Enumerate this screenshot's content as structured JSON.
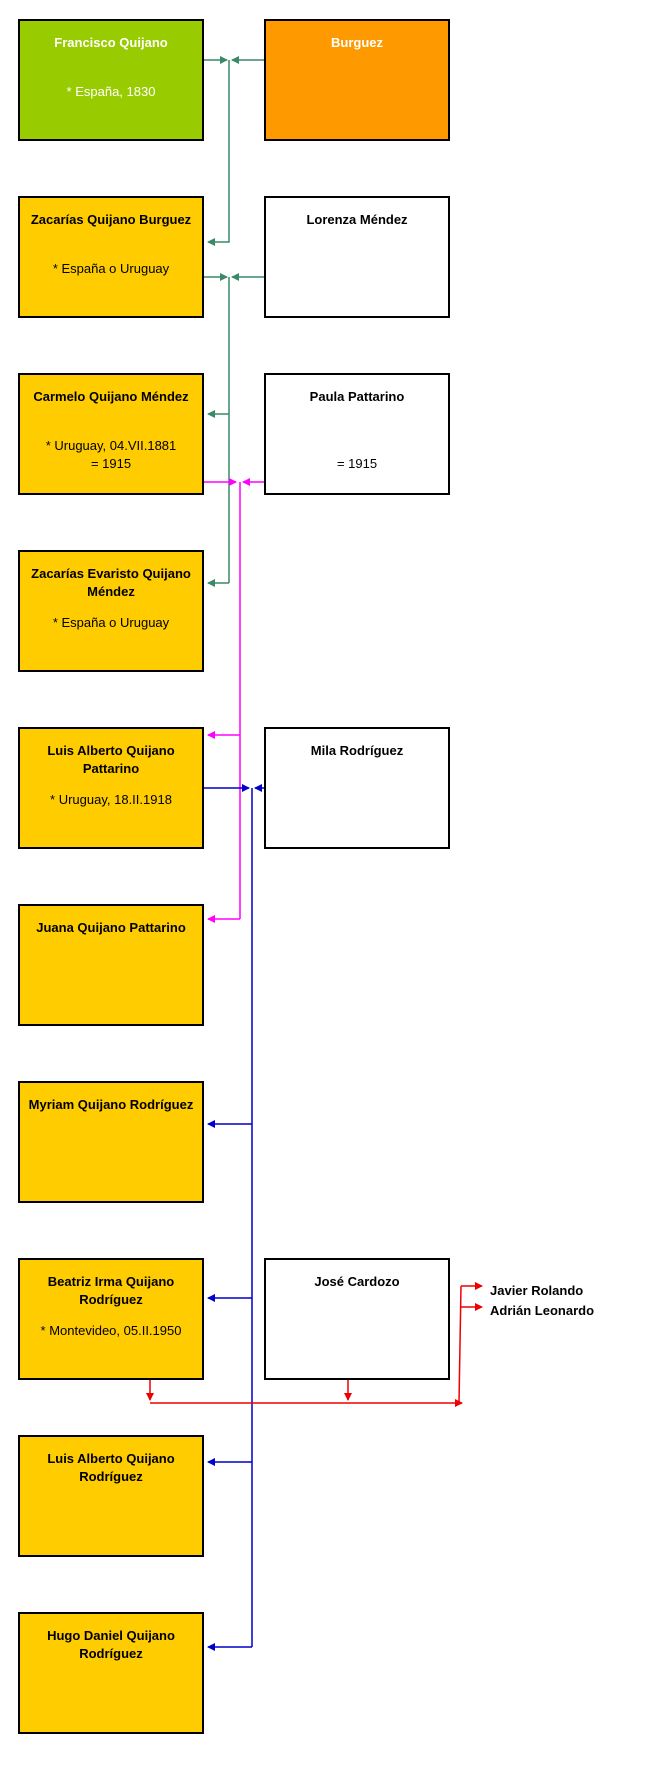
{
  "colors": {
    "green_line": "#3a8a6a",
    "magenta_line": "#ff00ff",
    "blue_line": "#0000cc",
    "red_line": "#ee0000"
  },
  "people": {
    "francisco": {
      "name": "Francisco Quijano",
      "note": "* España, 1830"
    },
    "burguez": {
      "name": "Burguez"
    },
    "zacarias": {
      "name": "Zacarías Quijano Burguez",
      "note": "* España o Uruguay"
    },
    "lorenza": {
      "name": "Lorenza Méndez"
    },
    "carmelo": {
      "name": "Carmelo Quijano Méndez",
      "note": "* Uruguay, 04.VII.1881",
      "note2": "= 1915"
    },
    "paula": {
      "name": "Paula Pattarino",
      "note": "= 1915"
    },
    "zacarias_evaristo": {
      "name": "Zacarías Evaristo Quijano Méndez",
      "note": "* España o Uruguay"
    },
    "luis_alberto": {
      "name": "Luis Alberto Quijano Pattarino",
      "note": "* Uruguay, 18.II.1918"
    },
    "mila": {
      "name": "Mila Rodríguez"
    },
    "juana": {
      "name": "Juana Quijano Pattarino"
    },
    "myriam": {
      "name": "Myriam Quijano Rodríguez"
    },
    "beatriz": {
      "name": "Beatriz Irma Quijano Rodríguez",
      "note": "* Montevideo, 05.II.1950"
    },
    "jose": {
      "name": "José Cardozo"
    },
    "luis_alberto_jr": {
      "name": "Luis Alberto Quijano Rodríguez"
    },
    "hugo": {
      "name": "Hugo Daniel Quijano Rodríguez"
    }
  },
  "children_labels": [
    "Javier Rolando",
    "Adrián Leonardo"
  ]
}
